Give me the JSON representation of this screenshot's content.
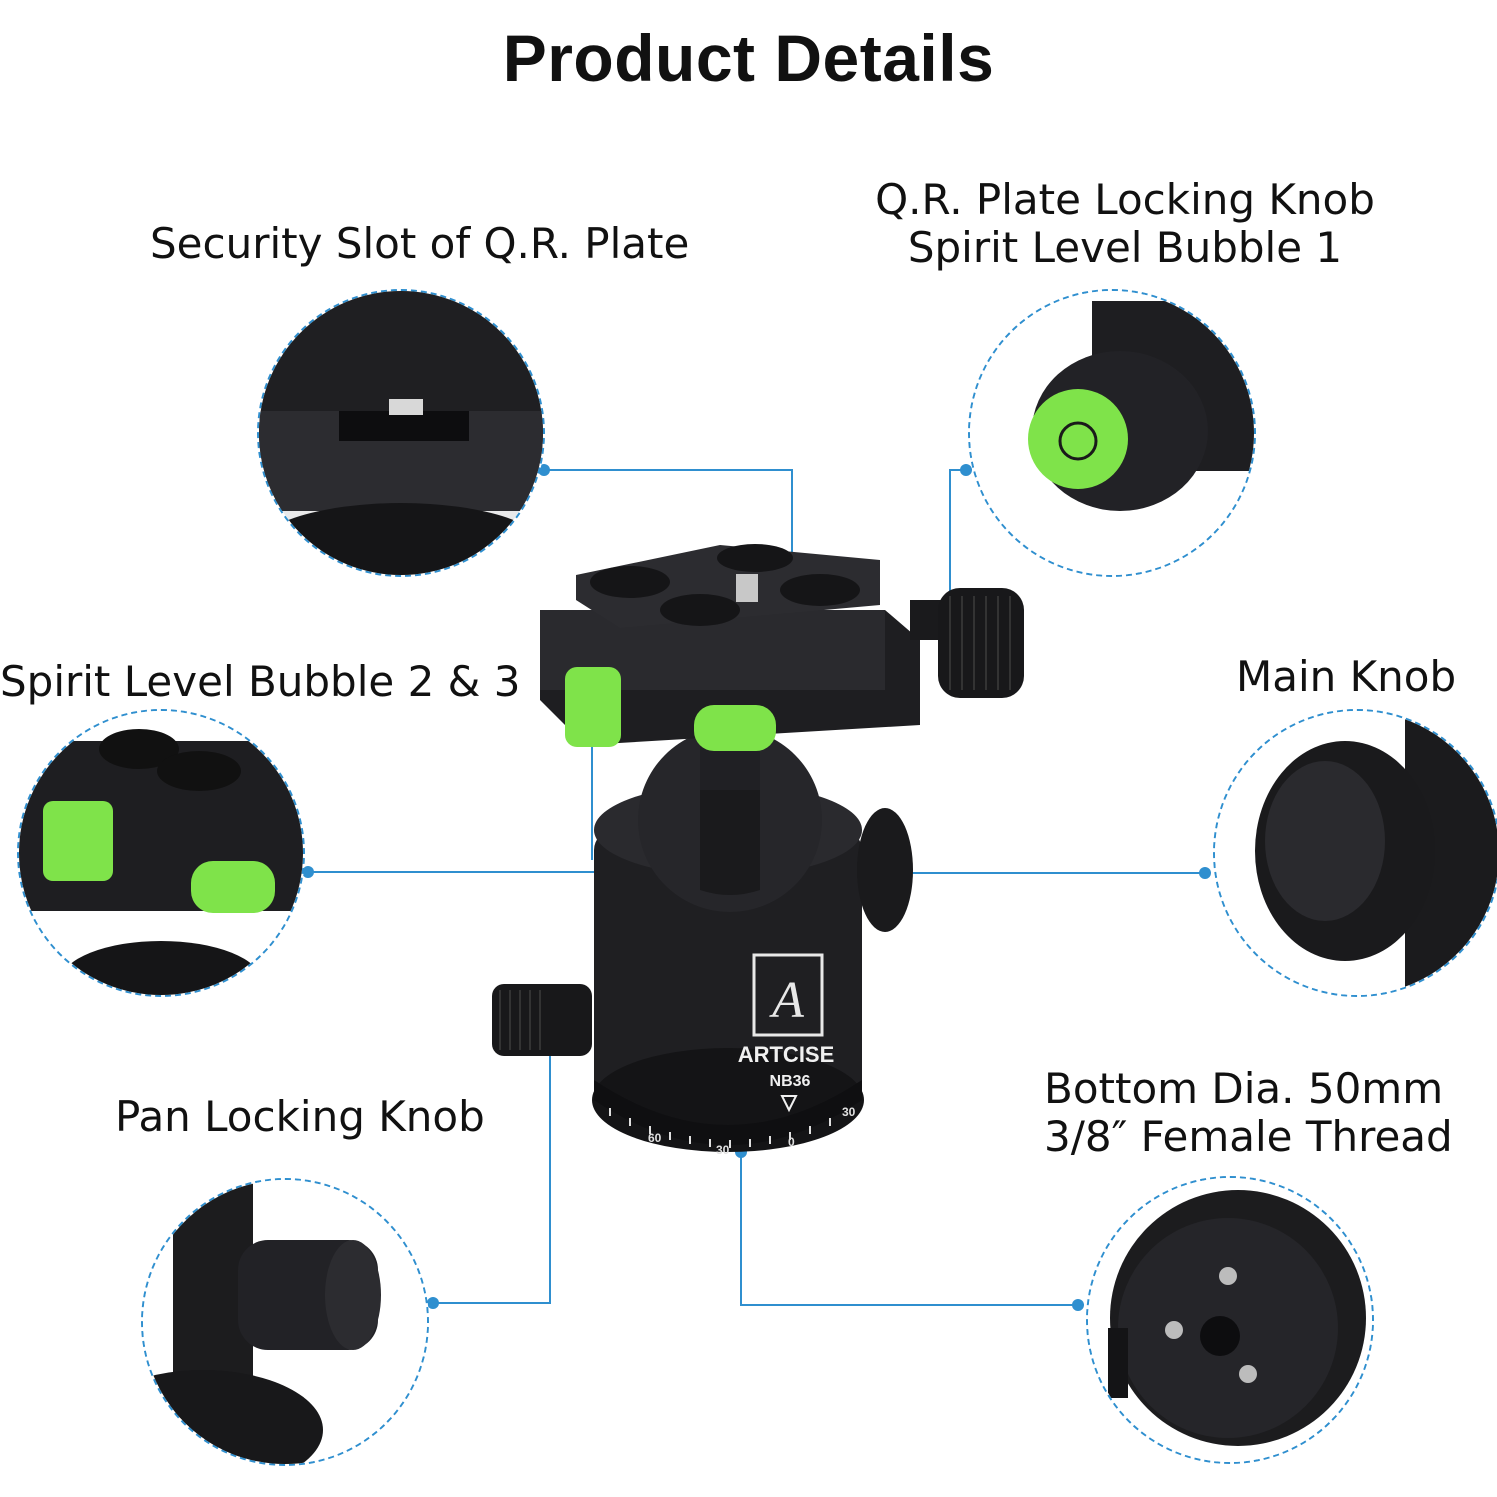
{
  "title": "Product Details",
  "labels": {
    "security_slot": "Security Slot of Q.R. Plate",
    "qr_knob_line1": "Q.R. Plate Locking Knob",
    "qr_knob_line2": "Spirit Level Bubble 1",
    "spirit_level_23": "Spirit Level Bubble 2 & 3",
    "main_knob": "Main Knob",
    "pan_locking_knob": "Pan Locking Knob",
    "bottom_line1": "Bottom Dia. 50mm",
    "bottom_line2": "3/8″ Female Thread"
  },
  "product": {
    "brand": "ARTCISE",
    "model": "NB36",
    "scale_numbers": [
      "60",
      "30",
      "0",
      "30"
    ]
  },
  "colors": {
    "callout_line": "#2f8fcf",
    "body": "#1c1c1e",
    "bubble": "#7fe34a"
  }
}
